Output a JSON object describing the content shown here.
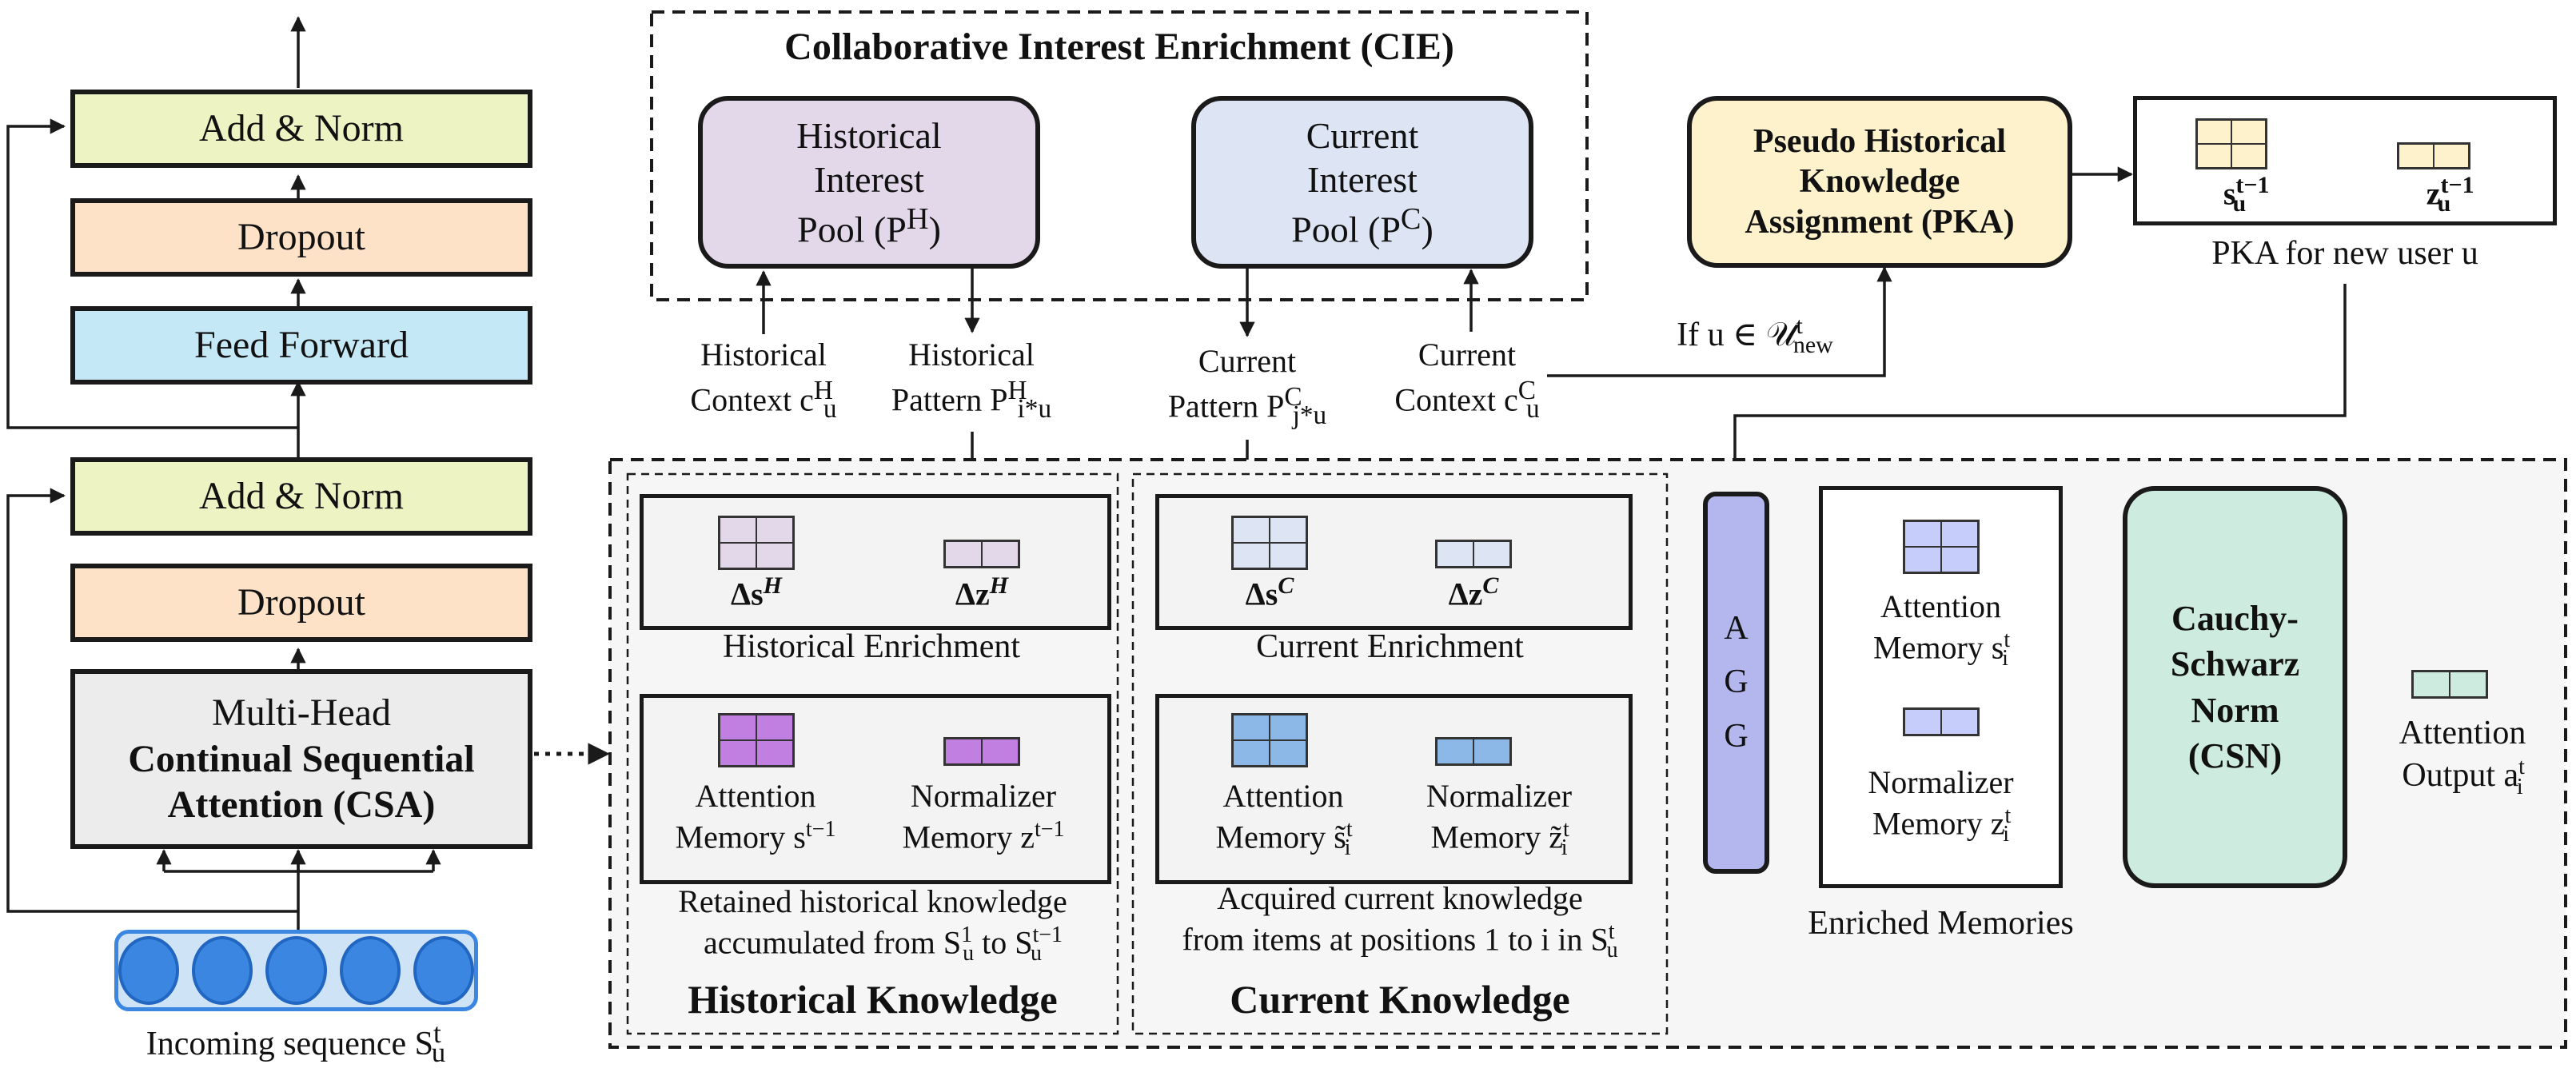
{
  "colors": {
    "add_norm": "#eef3c3",
    "dropout": "#fde2c7",
    "feed_forward": "#c5e8f6",
    "csa": "#ececec",
    "historical_pool": "#e3d7ea",
    "current_pool": "#dde4f3",
    "pka": "#fdf2cc",
    "agg": "#b4b6ee",
    "csn": "#cdebdf",
    "sequence": "#3a86e0"
  },
  "transformer": {
    "add_norm_top": "Add & Norm",
    "dropout_top": "Dropout",
    "feed_forward": "Feed Forward",
    "add_norm_bottom": "Add & Norm",
    "dropout_bottom": "Dropout",
    "csa_line1": "Multi-Head",
    "csa_line2": "Continual Sequential",
    "csa_line3": "Attention (CSA)",
    "incoming_label": "Incoming sequence S",
    "incoming_sup": "t",
    "incoming_sub": "u"
  },
  "cie": {
    "title": "Collaborative Interest Enrichment (CIE)",
    "historical_pool": [
      "Historical",
      "Interest",
      "Pool (P",
      "H",
      ")"
    ],
    "current_pool": [
      "Current",
      "Interest",
      "Pool (P",
      "C",
      ")"
    ],
    "historical_context": [
      "Historical",
      "Context c",
      "H",
      "u"
    ],
    "historical_pattern": [
      "Historical",
      "Pattern P",
      "H",
      "i*u"
    ],
    "current_pattern": [
      "Current",
      "Pattern P",
      "C",
      "j*u"
    ],
    "current_context": [
      "Current",
      "Context c",
      "C",
      "u"
    ]
  },
  "pka": {
    "box": [
      "Pseudo Historical",
      "Knowledge",
      "Assignment (PKA)"
    ],
    "s_label": "s",
    "s_sup": "t−1",
    "s_sub": "u",
    "z_label": "z",
    "z_sup": "t−1",
    "z_sub": "u",
    "caption": "PKA for new user u",
    "condition": "If u ∈ 𝒰",
    "condition_sup": "t",
    "condition_sub": "new"
  },
  "knowledge": {
    "hist_enrich_s": "Δs",
    "hist_enrich_s_sup": "H",
    "hist_enrich_z": "Δz",
    "hist_enrich_z_sup": "H",
    "hist_enrich_label": "Historical Enrichment",
    "cur_enrich_s": "Δs",
    "cur_enrich_s_sup": "C",
    "cur_enrich_z": "Δz",
    "cur_enrich_z_sup": "C",
    "cur_enrich_label": "Current Enrichment",
    "hist_att_mem": [
      "Attention",
      "Memory s",
      "t−1"
    ],
    "hist_norm_mem": [
      "Normalizer",
      "Memory z",
      "t−1"
    ],
    "hist_desc": [
      "Retained historical knowledge",
      "accumulated from S",
      "1",
      "u",
      " to S",
      "t−1",
      "u"
    ],
    "hist_title": "Historical Knowledge",
    "cur_att_mem": [
      "Attention",
      "Memory s̃",
      "t",
      "i"
    ],
    "cur_norm_mem": [
      "Normalizer",
      "Memory z̃",
      "t",
      "i"
    ],
    "cur_desc": [
      "Acquired current knowledge",
      "from items at positions 1 to i in S",
      "t",
      "u"
    ],
    "cur_title": "Current Knowledge"
  },
  "agg": {
    "label": "AGG",
    "letters": [
      "A",
      "G",
      "G"
    ]
  },
  "enriched": {
    "att": [
      "Attention",
      "Memory s",
      "t",
      "i"
    ],
    "norm": [
      "Normalizer",
      "Memory z",
      "t",
      "i"
    ],
    "caption": "Enriched Memories"
  },
  "csn": {
    "lines": [
      "Cauchy-",
      "Schwarz",
      "Norm",
      "(CSN)"
    ]
  },
  "output": {
    "line1": "Attention",
    "line2": "Output a",
    "sup": "t",
    "sub": "i"
  }
}
